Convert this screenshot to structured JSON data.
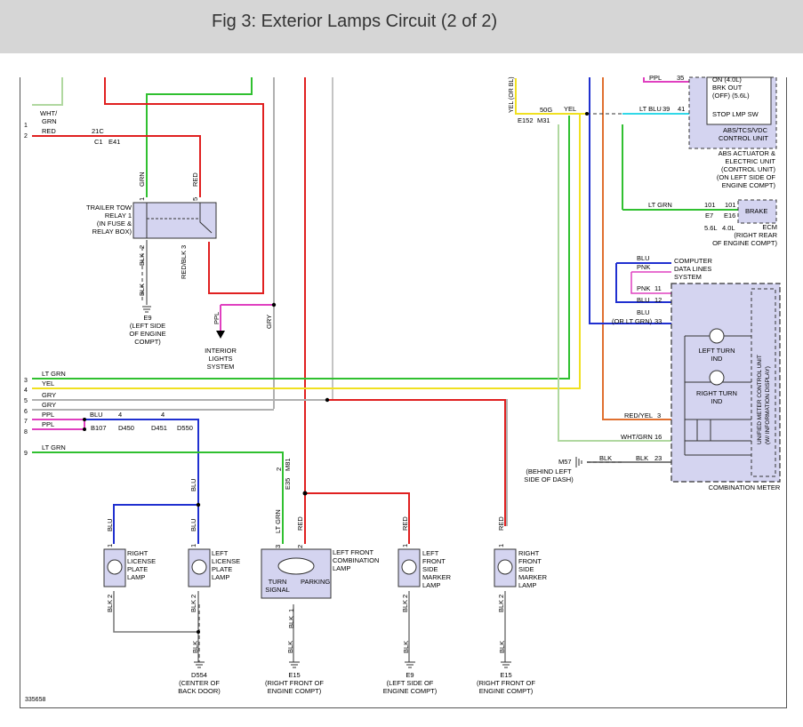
{
  "header": {
    "title": "Fig 3: Exterior Lamps Circuit (2 of 2)"
  },
  "figure_id": "335658",
  "colors": {
    "red": "#e02020",
    "green": "#30c030",
    "yellow": "#f0e020",
    "blue": "#2030d0",
    "pink": "#e040c0",
    "gray": "#b0b0b0",
    "lightblue": "#30d8e8",
    "orange": "#e07030",
    "lightgreen": "#b0d8a0",
    "component_fill": "#d4d4f0"
  },
  "left_pins": [
    "1",
    "2",
    "3",
    "4",
    "5",
    "6",
    "7",
    "8",
    "9"
  ],
  "left_wires": {
    "w1": "WHT/",
    "w1b": "GRN",
    "w2": "RED",
    "w3": "LT GRN",
    "w4": "YEL",
    "w5": "GRY",
    "w6": "GRY",
    "w7": "PPL",
    "w8": "PPL",
    "w9": "LT GRN"
  },
  "trailer_relay": {
    "label": [
      "TRAILER TOW",
      "RELAY 1",
      "(IN FUSE &",
      "RELAY BOX)"
    ],
    "pin1": "1",
    "pin5": "5",
    "pin2": "2",
    "pin3": "3",
    "wire_grn": "GRN",
    "wire_red": "RED",
    "wire_blk": "BLK",
    "wire_redblk": "RED/BLK",
    "c1_pin": "21C",
    "c1": "C1",
    "c1_e": "E41",
    "ground_wire": "BLK",
    "ground": [
      "E9",
      "(LEFT SIDE",
      "OF ENGINE",
      "COMPT)"
    ]
  },
  "interior": {
    "wire_ppl": "PPL",
    "wire_gry": "GRY",
    "label": [
      "INTERIOR",
      "LIGHTS",
      "SYSTEM"
    ]
  },
  "connectors": {
    "blu": "BLU",
    "pin4a": "4",
    "pin4b": "4",
    "b107": "B107",
    "d450": "D450",
    "d451": "D451",
    "d550": "D550",
    "yel_top": "YEL (OR BL)",
    "yel": "YEL",
    "pin50g": "50G",
    "e152": "E152",
    "m31": "M31",
    "e35": "E35",
    "m81": "M81",
    "pin2": "2"
  },
  "abs_unit": {
    "ppl": "PPL",
    "pin35": "35",
    "on": "ON (4.0L)",
    "brk": "BRK OUT",
    "off": "(OFF) (5.6L)",
    "ltblu": "LT BLU",
    "pin39": "39",
    "pin41": "41",
    "stop": "STOP LMP SW",
    "label1": "ABS/TCS/VDC",
    "label2": "CONTROL UNIT",
    "desc": [
      "ABS ACTUATOR &",
      "ELECTRIC UNIT",
      "(CONTROL UNIT)",
      "(ON LEFT SIDE OF",
      "ENGINE COMPT)"
    ]
  },
  "ecm": {
    "ltgrn": "LT GRN",
    "pin101a": "101",
    "pin101b": "101",
    "e7": "E7",
    "e16": "E16",
    "v56": "5.6L",
    "v40": "4.0L",
    "brake": "BRAKE",
    "label": [
      "ECM",
      "(RIGHT REAR",
      "OF ENGINE COMPT)"
    ]
  },
  "data_lines": {
    "blu": "BLU",
    "pnk": "PNK",
    "label": [
      "COMPUTER",
      "DATA LINES",
      "SYSTEM"
    ],
    "pnk2": "PNK",
    "pin11": "11",
    "blu2": "BLU",
    "pin12": "12",
    "blu3": "BLU",
    "orltgrn": "(OR LT GRN)",
    "pin33": "33"
  },
  "meter": {
    "left_turn": [
      "LEFT TURN",
      "IND"
    ],
    "right_turn": [
      "RIGHT TURN",
      "IND"
    ],
    "redyel": "RED/YEL",
    "pin3": "3",
    "whtgrn": "WHT/GRN",
    "pin16": "16",
    "m57": "M57",
    "blk1": "BLK",
    "blk2": "BLK",
    "pin23": "23",
    "ground": [
      "(BEHIND LEFT",
      "SIDE OF DASH)"
    ],
    "unit_label": [
      "UNIFIED METER CONTROL UNIT",
      "(W/ INFORMATION DISPLAY)"
    ],
    "label": "COMBINATION METER"
  },
  "lamps": {
    "rlp": [
      "RIGHT",
      "LICENSE",
      "PLATE",
      "LAMP"
    ],
    "llp": [
      "LEFT",
      "LICENSE",
      "PLATE",
      "LAMP"
    ],
    "lfc": [
      "LEFT FRONT",
      "COMBINATION",
      "LAMP"
    ],
    "turn": [
      "TURN",
      "SIGNAL"
    ],
    "parking": "PARKING",
    "lfsm": [
      "LEFT",
      "FRONT",
      "SIDE",
      "MARKER",
      "LAMP"
    ],
    "rfsm": [
      "RIGHT",
      "FRONT",
      "SIDE",
      "MARKER",
      "LAMP"
    ],
    "blu": "BLU",
    "red": "RED",
    "ltgrn": "LT GRN",
    "blk": "BLK",
    "pin1": "1",
    "pin2": "2",
    "pin3": "3"
  },
  "grounds": {
    "d554": [
      "D554",
      "(CENTER OF",
      "BACK DOOR)"
    ],
    "e15a": [
      "E15",
      "(RIGHT FRONT OF",
      "ENGINE COMPT)"
    ],
    "e9": [
      "E9",
      "(LEFT SIDE OF",
      "ENGINE COMPT)"
    ],
    "e15b": [
      "E15",
      "(RIGHT FRONT OF",
      "ENGINE COMPT)"
    ],
    "blk": "BLK"
  }
}
